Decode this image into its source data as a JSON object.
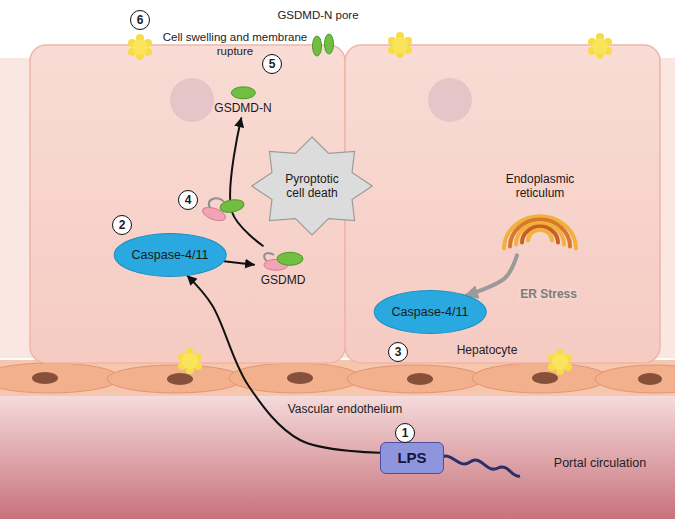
{
  "diagram": {
    "nodes": [
      {
        "text": [
          "LPS"
        ]
      },
      {
        "text": [
          "Caspase-4/11"
        ]
      },
      {
        "text": [
          "GSDMD"
        ]
      },
      {
        "text": [
          "GSDMD-N"
        ]
      },
      {
        "text": [
          "Pyroptotic cell death"
        ]
      },
      {
        "text": [
          "Endoplasmic reticulum"
        ]
      },
      {
        "text": [
          "Caspase-4/11"
        ]
      }
    ],
    "edges": [
      {
        "from": 0,
        "to": 1,
        "arrow": "to"
      },
      {
        "from": 1,
        "to": 2,
        "arrow": "to"
      },
      {
        "from": 2,
        "to": 3,
        "arrow": "to"
      },
      {
        "from": 5,
        "to": 6,
        "label": "ER Stress",
        "arrow": "to"
      }
    ],
    "labels": [
      "6",
      "Cell swelling and membrane rupture",
      "GSDMD-N pore",
      "5",
      "2",
      "4",
      "Hepatocyte",
      "3",
      "Vascular endothelium",
      "1",
      "Portal circulation"
    ]
  }
}
